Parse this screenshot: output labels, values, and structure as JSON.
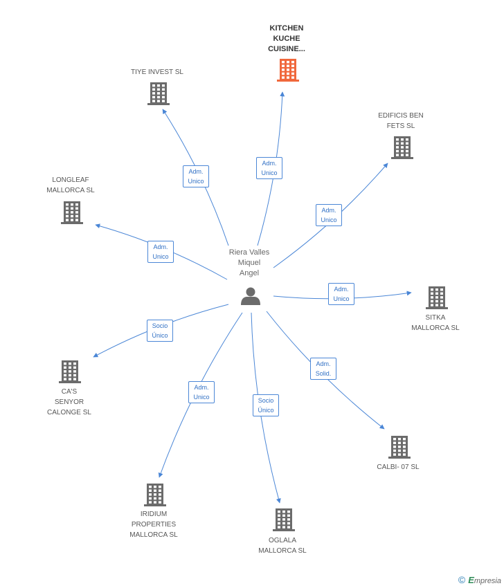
{
  "center": {
    "name": "Riera Valles\nMiquel\nAngel",
    "icon": "person-icon"
  },
  "companies": [
    {
      "id": "kitchen",
      "name": "KITCHEN\nKUCHE\nCUISINE...",
      "icon": "building-icon",
      "color": "#f0683c",
      "highlight": true
    },
    {
      "id": "tiye",
      "name": "TIYE INVEST SL",
      "icon": "building-icon",
      "color": "#6b6b6b"
    },
    {
      "id": "edificis",
      "name": "EDIFICIS BEN\nFETS SL",
      "icon": "building-icon",
      "color": "#6b6b6b"
    },
    {
      "id": "longleaf",
      "name": "LONGLEAF\nMALLORCA SL",
      "icon": "building-icon",
      "color": "#6b6b6b"
    },
    {
      "id": "sitka",
      "name": "SITKA\nMALLORCA SL",
      "icon": "building-icon",
      "color": "#6b6b6b"
    },
    {
      "id": "cas",
      "name": "CA'S\nSENYOR\nCALONGE SL",
      "icon": "building-icon",
      "color": "#6b6b6b"
    },
    {
      "id": "calbi",
      "name": "CALBI- 07 SL",
      "icon": "building-icon",
      "color": "#6b6b6b"
    },
    {
      "id": "iridium",
      "name": "IRIDIUM\nPROPERTIES\nMALLORCA SL",
      "icon": "building-icon",
      "color": "#6b6b6b"
    },
    {
      "id": "oglala",
      "name": "OGLALA\nMALLORCA SL",
      "icon": "building-icon",
      "color": "#6b6b6b"
    }
  ],
  "relations": [
    {
      "target": "kitchen",
      "label": "Adm.\nUnico"
    },
    {
      "target": "tiye",
      "label": "Adm.\nUnico"
    },
    {
      "target": "edificis",
      "label": "Adm.\nUnico"
    },
    {
      "target": "longleaf",
      "label": "Adm.\nUnico"
    },
    {
      "target": "sitka",
      "label": "Adm.\nUnico"
    },
    {
      "target": "cas",
      "label": "Socio\nÚnico"
    },
    {
      "target": "calbi",
      "label": "Adm.\nSolid."
    },
    {
      "target": "iridium",
      "label": "Adm.\nUnico"
    },
    {
      "target": "oglala",
      "label": "Socio\nÚnico"
    }
  ],
  "colors": {
    "edge": "#4a86d6",
    "building": "#6b6b6b",
    "highlight": "#f0683c",
    "person": "#6b6b6b"
  },
  "footer": {
    "copyright": "©",
    "brand_initial": "E",
    "brand_rest": "mpresia"
  }
}
